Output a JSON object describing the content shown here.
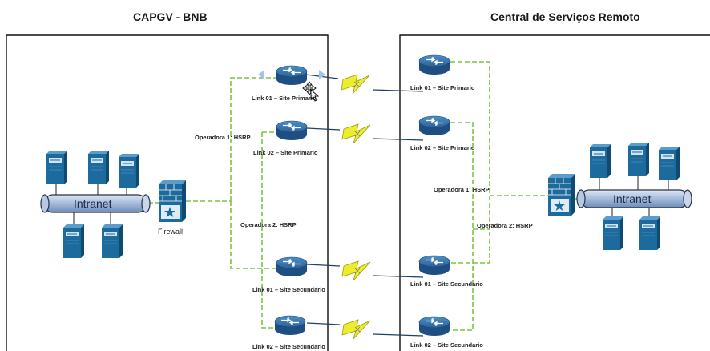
{
  "left_panel": {
    "title": "CAPGV - BNB",
    "intranet_label": "Intranet",
    "firewall_label": "Firewall",
    "operadora1_label": "Operadora 1: HSRP",
    "operadora2_label": "Operadora 2: HSRP",
    "router_labels": {
      "r1": "Link 01 – Site Primario",
      "r2": "Link 02 – Site Primario",
      "r3": "Link 01 – Site Secundario",
      "r4": "Link 02 – Site Secundario"
    }
  },
  "right_panel": {
    "title": "Central de Serviços Remoto",
    "intranet_label": "Intranet",
    "operadora1_label": "Operadora 1: HSRP",
    "operadora2_label": "Operadora 2: HSRP",
    "router_labels": {
      "r1": "Link 01 – Site Primario",
      "r2": "Link 02 – Site Primario",
      "r3": "Link 01 – Site Secundario",
      "r4": "Link 02 – Site Secundario"
    }
  },
  "colors": {
    "link_green": "#7dc242",
    "router_blue": "#2e6aa0",
    "server_blue": "#1d6a9c",
    "bolt_yellow": "#e8e82a",
    "panel_border": "#111111",
    "wan_line": "#1f3f66"
  },
  "icons": {
    "router": "router-icon",
    "server": "server-icon",
    "firewall": "firewall-icon",
    "wan_link": "lightning-bolt-icon",
    "cursor": "move-cursor-icon"
  }
}
